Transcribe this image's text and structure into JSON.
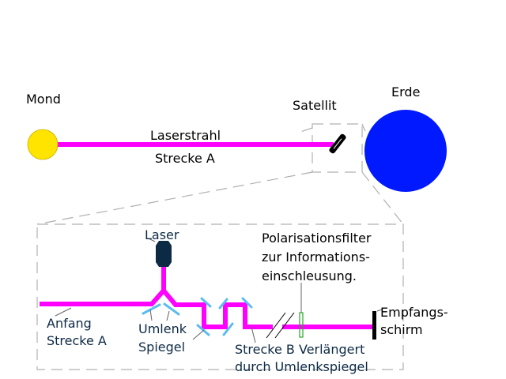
{
  "labels": {
    "moon": "Mond",
    "earth": "Erde",
    "satellite": "Satellit",
    "laser_beam": "Laserstrahl",
    "path_a": "Strecke A",
    "laser": "Laser",
    "filter": [
      "Polarisationsfilter",
      "zur Informations-",
      "einschleusung."
    ],
    "start": [
      "Anfang",
      "Strecke A"
    ],
    "mirror": [
      "Umlenk",
      "Spiegel"
    ],
    "path_b": [
      "Strecke B Verlängert",
      "durch Umlenkspiegel"
    ],
    "screen": [
      "Empfangs-",
      "schirm"
    ]
  },
  "colors": {
    "beam": "#ff00ff",
    "moon": "#ffe400",
    "earth": "#0019ff",
    "mirror": "#5bbcf0",
    "laser": "#0d2a45",
    "filter": "#22aa22"
  }
}
